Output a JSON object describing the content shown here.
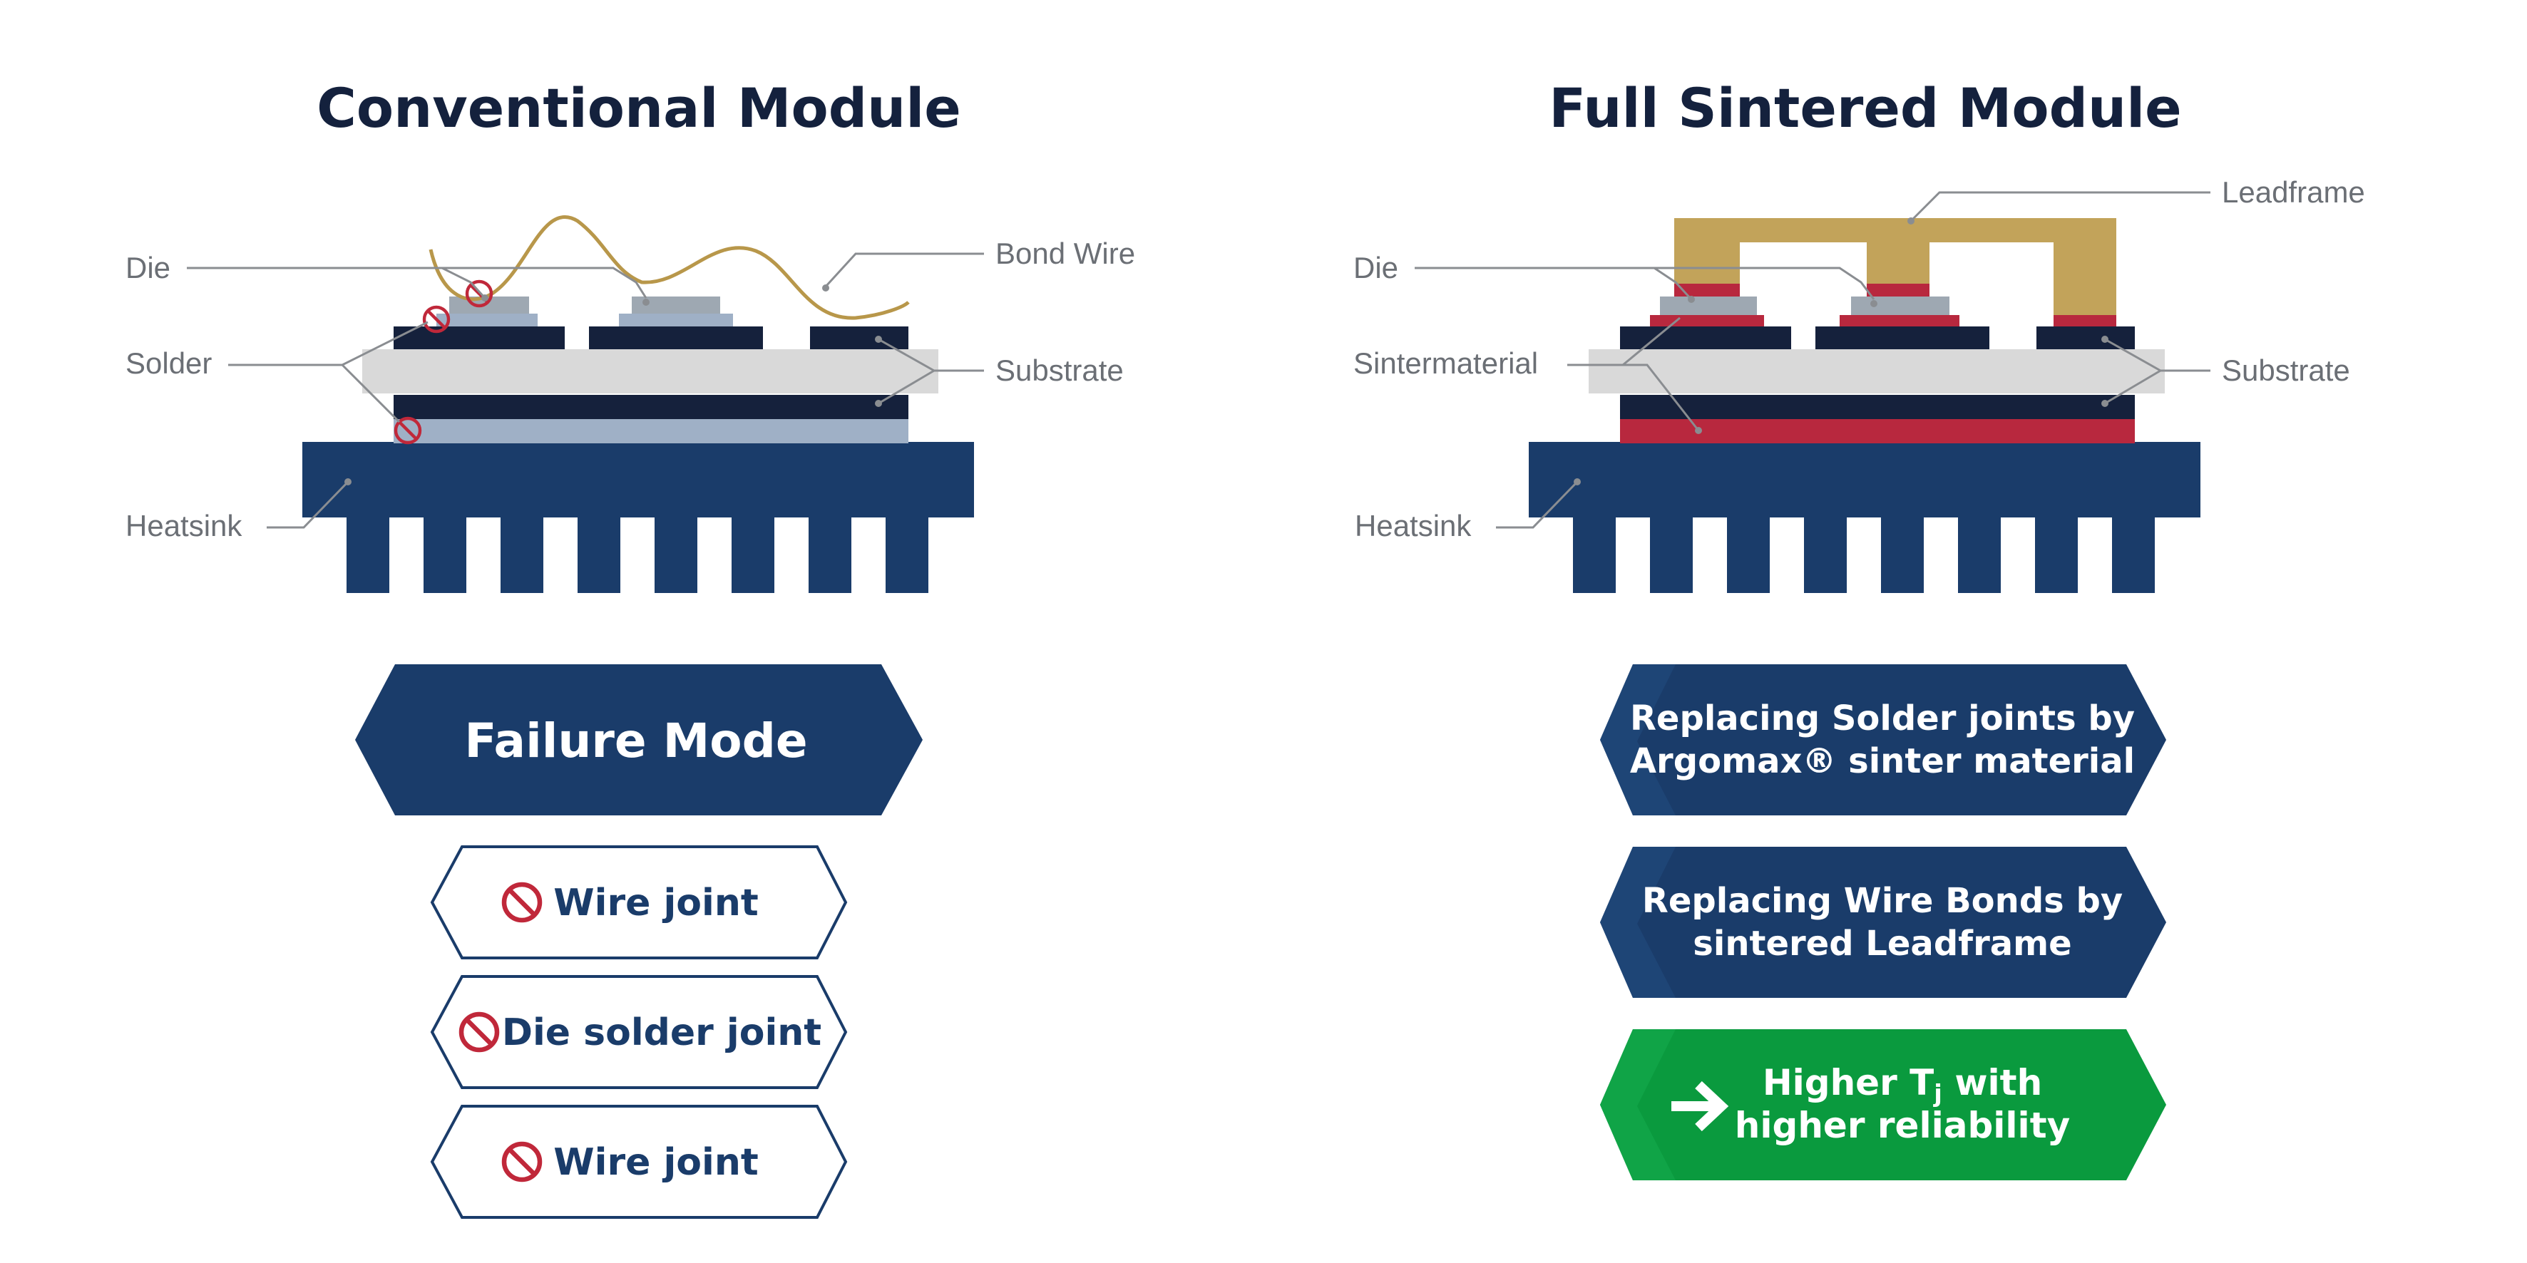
{
  "colors": {
    "navy": "#1a3c6a",
    "dark_navy": "#15213c",
    "substrate_gray": "#d9d9d9",
    "die_gray": "#9ea8b2",
    "solder_blue_gray": "#9fb0c6",
    "sinter_red": "#b8283e",
    "leadframe_gold": "#c2a35a",
    "bond_wire_gold": "#b8974a",
    "green": "#0a9a3e",
    "fail_red": "#c0283a",
    "label_gray": "#6b6f75"
  },
  "left": {
    "title": "Conventional Module",
    "labels": {
      "die": "Die",
      "solder": "Solder",
      "heatsink": "Heatsink",
      "bond_wire": "Bond Wire",
      "substrate": "Substrate"
    },
    "failure_header": "Failure Mode",
    "failures": [
      {
        "label": "Wire joint",
        "icon": "prohibited-icon"
      },
      {
        "label": "Die solder joint",
        "icon": "prohibited-icon"
      },
      {
        "label": "Wire joint",
        "icon": "prohibited-icon"
      }
    ]
  },
  "right": {
    "title": "Full Sintered Module",
    "labels": {
      "die": "Die",
      "sintermaterial": "Sintermaterial",
      "heatsink": "Heatsink",
      "leadframe": "Leadframe",
      "substrate": "Substrate"
    },
    "benefits": [
      {
        "line1": "Replacing Solder joints by",
        "line2": "Argomax® sinter material"
      },
      {
        "line1": "Replacing Wire Bonds by",
        "line2": "sintered Leadframe"
      }
    ],
    "result": {
      "line1_prefix": "Higher T",
      "line1_sub": "j",
      "line1_suffix": " with",
      "line2": "higher reliability",
      "icon": "arrow-right-icon"
    }
  }
}
